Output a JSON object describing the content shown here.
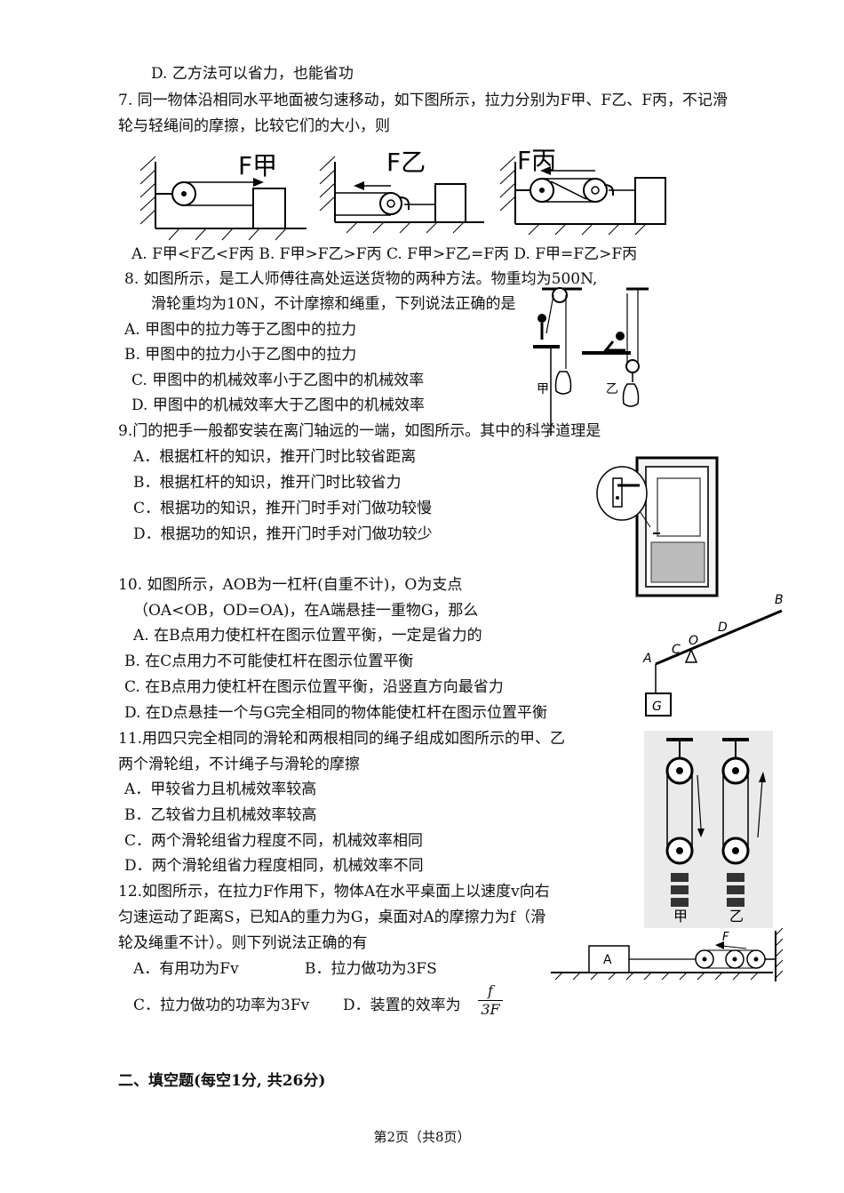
{
  "q6": {
    "optD": "D. 乙方法可以省力，也能省功"
  },
  "q7": {
    "line1": "7.  同一物体沿相同水平地面被匀速移动，如下图所示，拉力分别为F甲、F乙、F丙，不记滑",
    "line2": "轮与轻绳间的摩擦，比较它们的大小，则",
    "fig_labels": [
      "F甲",
      "F乙",
      "F丙"
    ],
    "options": "A. F甲<F乙<F丙   B. F甲>F乙>F丙    C. F甲>F乙=F丙    D. F甲=F乙>F丙"
  },
  "q8": {
    "line1": "8.  如图所示，是工人师傅往高处运送货物的两种方法。物重均为500N,",
    "line2": "滑轮重均为10N，不计摩擦和绳重，下列说法正确的是",
    "optA": "A. 甲图中的拉力等于乙图中的拉力",
    "optB": "B. 甲图中的拉力小于乙图中的拉力",
    "optC": "C. 甲图中的机械效率小于乙图中的机械效率",
    "optD": "D. 甲图中的机械效率大于乙图中的机械效率",
    "fig_labels": [
      "甲",
      "乙"
    ]
  },
  "q9": {
    "line1": "9.门的把手一般都安装在离门轴远的一端，如图所示。其中的科学道理是",
    "optA": "A．根据杠杆的知识，推开门时比较省距离",
    "optB": "B．根据杠杆的知识，推开门时比较省力",
    "optC": "C．根据功的知识，推开门时手对门做功较慢",
    "optD": "D．根据功的知识，推开门时手对门做功较少"
  },
  "q10": {
    "line1": "10.  如图所示，AOB为一杠杆(自重不计)，O为支点",
    "line2": "（OA<OB，OD=OA)，在A端悬挂一重物G，那么",
    "optA": "A. 在B点用力使杠杆在图示位置平衡，一定是省力的",
    "optB": "B. 在C点用力不可能使杠杆在图示位置平衡",
    "optC": "C. 在B点用力使杠杆在图示位置平衡，沿竖直方向最省力",
    "optD": "D. 在D点悬挂一个与G完全相同的物体能使杠杆在图示位置平衡",
    "fig_labels": [
      "A",
      "C",
      "O",
      "D",
      "B",
      "G"
    ]
  },
  "q11": {
    "line1": "11.用四只完全相同的滑轮和两根相同的绳子组成如图所示的甲、乙",
    "line2": "两个滑轮组，不计绳子与滑轮的摩擦",
    "optA": "A．甲较省力且机械效率较高",
    "optB": "B．乙较省力且机械效率较高",
    "optC": "C．两个滑轮组省力程度不同，机械效率相同",
    "optD": "D．两个滑轮组省力程度相同，机械效率不同",
    "fig_labels": [
      "甲",
      "乙"
    ]
  },
  "q12": {
    "line1": "12.如图所示，在拉力F作用下，物体A在水平桌面上以速度v向右",
    "line2": "匀速运动了距离S，已知A的重力为G，桌面对A的摩擦力为f（滑",
    "line3": "轮及绳重不计）。则下列说法正确的有",
    "optA": "A．有用功为Fv",
    "optB": "B．拉力做功为3FS",
    "optC": "C．拉力做功的功率为3Fv",
    "optD_prefix": "D．装置的效率为",
    "frac_num": "f",
    "frac_den": "3F",
    "fig_labels": [
      "A",
      "F"
    ]
  },
  "section2": {
    "title": "二、填空题(每空1分, 共26分)"
  },
  "footer": {
    "page": "第2页（共8页）"
  }
}
